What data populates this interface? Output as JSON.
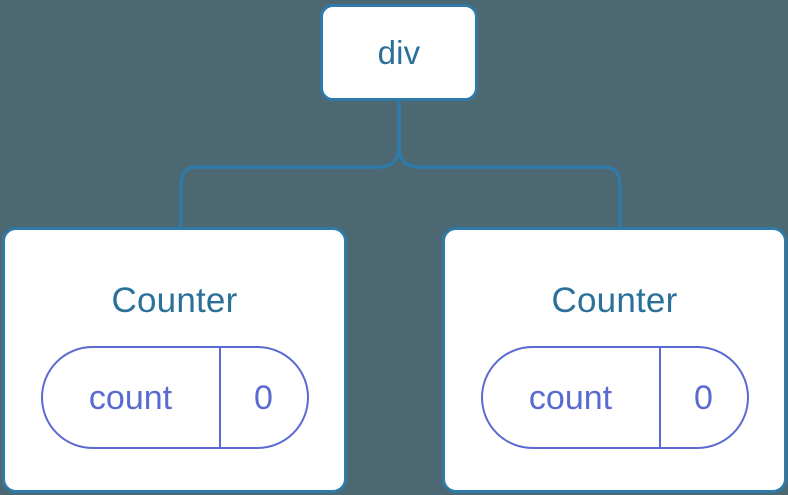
{
  "diagram": {
    "type": "component-tree",
    "background_color": "#4c6873",
    "node_fill": "#ffffff",
    "node_border_color": "#2f7aa8",
    "node_text_color": "#2b7099",
    "state_accent_color": "#5b6ad0",
    "connector_color": "#2f7aa8"
  },
  "root": {
    "label": "div"
  },
  "components": [
    {
      "title": "Counter",
      "state": {
        "key": "count",
        "value": "0"
      }
    },
    {
      "title": "Counter",
      "state": {
        "key": "count",
        "value": "0"
      }
    }
  ]
}
